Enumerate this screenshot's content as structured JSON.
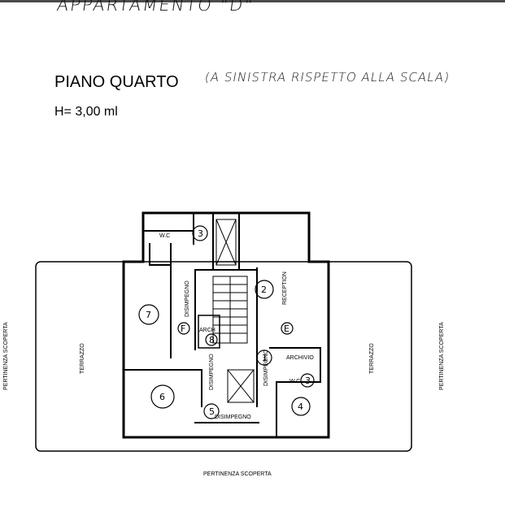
{
  "header": {
    "handwritten_title": "APPARTAMENTO \"D\"",
    "floor_title": "PIANO QUARTO",
    "floor_note": "(A SINISTRA RISPETTO ALLA SCALA)",
    "height": "H= 3,00 ml"
  },
  "plan": {
    "outside_bottom": "PERTINENZA SCOPERTA",
    "outside_left": "PERTINENZA SCOPERTA",
    "outside_right": "PERTINENZA SCOPERTA",
    "terrace_left": "TERRAZZO",
    "terrace_right": "TERRAZZO",
    "rooms": {
      "wc_top": "W.C",
      "reception": "RECEPTION",
      "disimpegno_left": "DISIMPEGNO",
      "arch": "ARCH",
      "disimpegno_center": "DISIMPEGNO",
      "disimpegno_bottom": "DISIMPEGNO",
      "disimpegno_right": "DISIMPEGNO",
      "archivio": "ARCHIVIO",
      "wc_right": "W.C"
    },
    "marks": {
      "m1": "1",
      "m2": "2",
      "m3a": "3",
      "m3b": "3",
      "m4": "4",
      "m5": "5",
      "m6": "6",
      "m7": "7",
      "m8": "8",
      "E": "E",
      "F": "F"
    }
  }
}
